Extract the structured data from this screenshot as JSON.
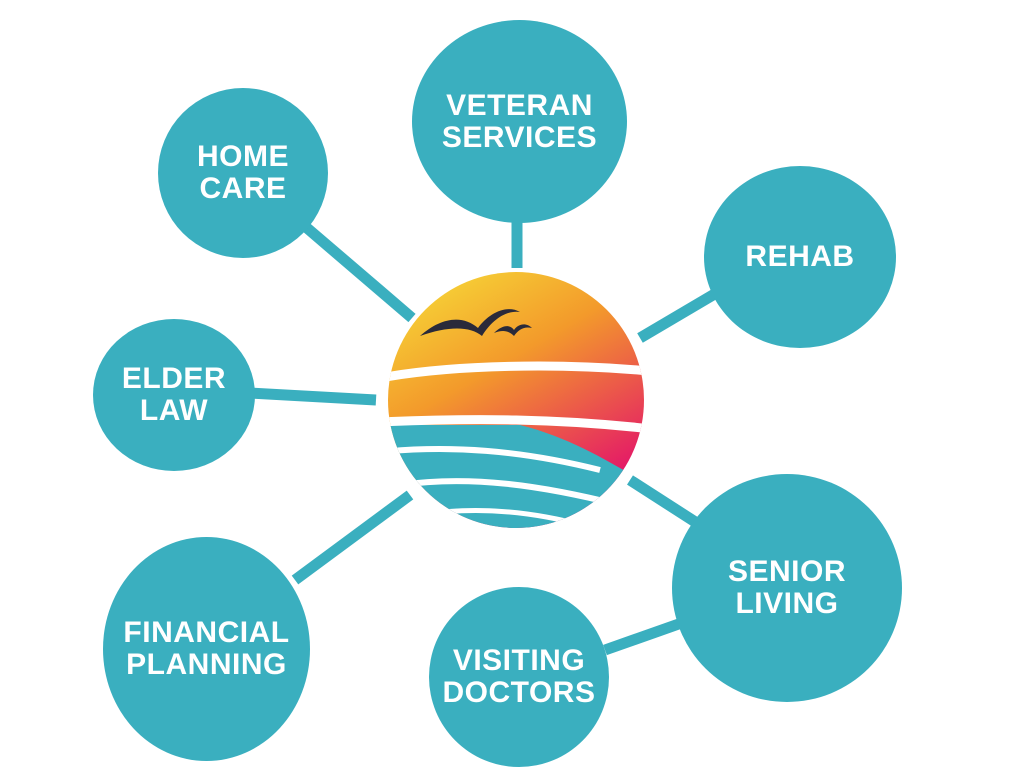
{
  "colors": {
    "node_fill": "#3aafbf",
    "connector": "#3aafbf",
    "label_text": "#ffffff",
    "sun_top": "#f7e63a",
    "sun_middle": "#f39a2b",
    "sun_bottom": "#e2086f",
    "sea": "#3aafbf",
    "birds": "#2a2a3a"
  },
  "center": {
    "icon": "sunset-sea-birds-logo-icon"
  },
  "nodes": [
    {
      "id": "veteran-services",
      "lines": [
        "VETERAN",
        "SERVICES"
      ]
    },
    {
      "id": "home-care",
      "lines": [
        "HOME",
        "CARE"
      ]
    },
    {
      "id": "rehab",
      "lines": [
        "REHAB"
      ]
    },
    {
      "id": "elder-law",
      "lines": [
        "ELDER",
        "LAW"
      ]
    },
    {
      "id": "senior-living",
      "lines": [
        "SENIOR",
        "LIVING"
      ]
    },
    {
      "id": "financial-planning",
      "lines": [
        "FINANCIAL",
        "PLANNING"
      ]
    },
    {
      "id": "visiting-doctors",
      "lines": [
        "VISITING",
        "DOCTORS"
      ]
    }
  ]
}
